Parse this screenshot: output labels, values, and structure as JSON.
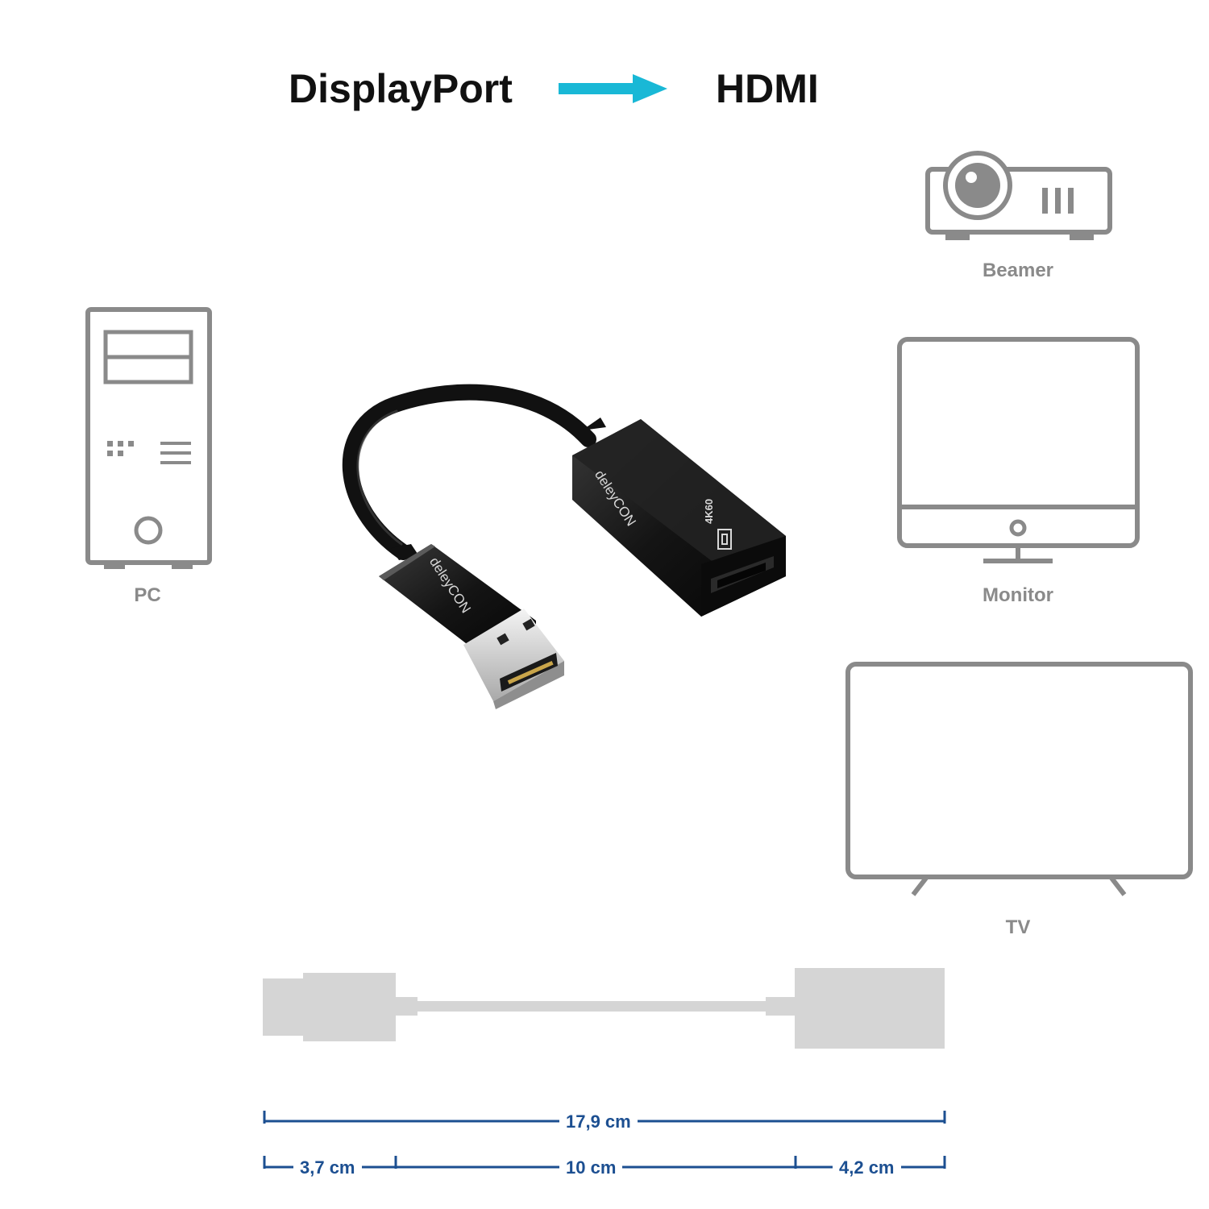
{
  "header": {
    "source_label": "DisplayPort",
    "target_label": "HDMI"
  },
  "devices": {
    "pc": "PC",
    "beamer": "Beamer",
    "monitor": "Monitor",
    "tv": "TV"
  },
  "product": {
    "brand_label": "deleyCON",
    "resolution_label": "4K60"
  },
  "dimensions": {
    "total": "17,9 cm",
    "dp_plug": "3,7 cm",
    "cable": "10 cm",
    "hdmi_socket": "4,2 cm"
  },
  "colors": {
    "arrow": "#19b8d6",
    "icon_gray": "#8a8a8a",
    "silhouette_gray": "#d5d5d5",
    "dimension_blue": "#1c4f91",
    "adapter_black": "#151515"
  }
}
